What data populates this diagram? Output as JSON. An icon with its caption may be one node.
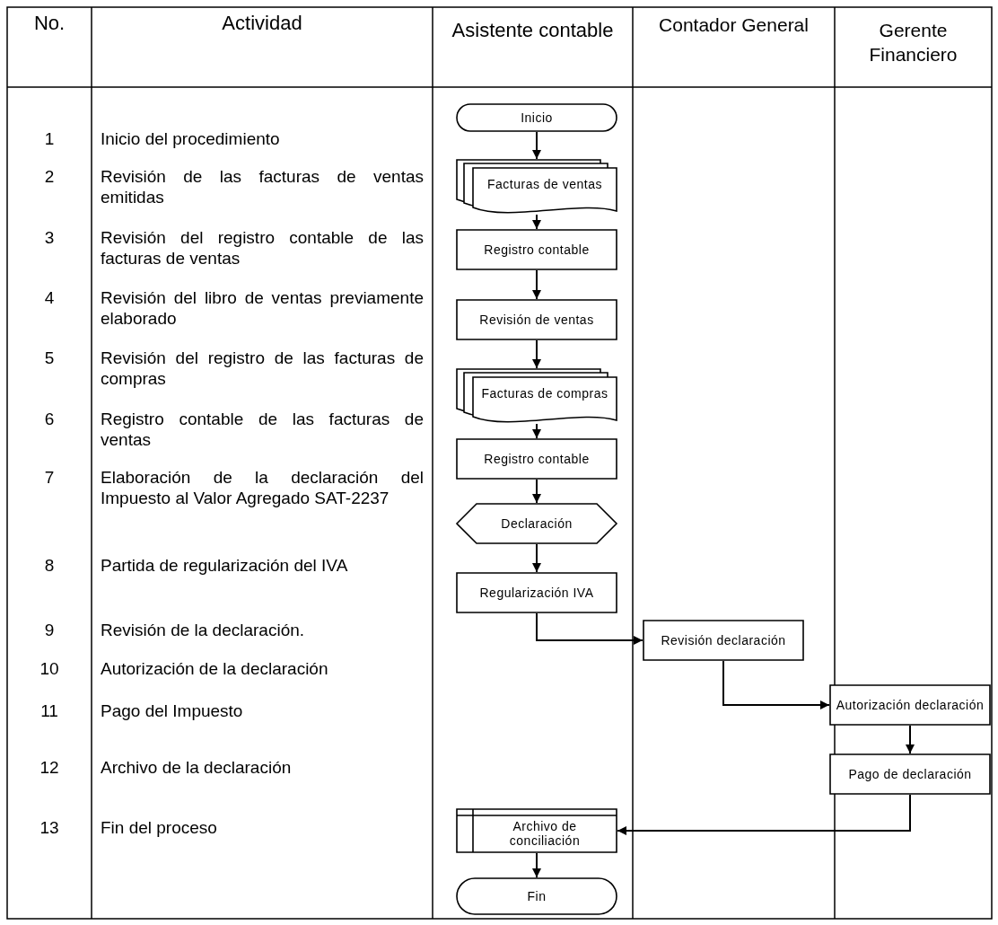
{
  "diagram": {
    "nodes": [
      {
        "text": [
          "Inicio"
        ]
      },
      {
        "text": [
          "Facturas de ventas"
        ]
      },
      {
        "text": [
          "Registro contable"
        ]
      },
      {
        "text": [
          "Revisión de ventas"
        ]
      },
      {
        "text": [
          "Facturas de compras"
        ]
      },
      {
        "text": [
          "Registro contable"
        ]
      },
      {
        "text": [
          "Declaración"
        ]
      },
      {
        "text": [
          "Regularización IVA"
        ]
      },
      {
        "text": [
          "Revisión declaración"
        ]
      },
      {
        "text": [
          "Autorización declaración"
        ]
      },
      {
        "text": [
          "Pago de declaración"
        ]
      },
      {
        "text": [
          "Archivo de conciliación"
        ]
      },
      {
        "text": [
          "Fin"
        ]
      }
    ],
    "edges": [
      {
        "from": 0,
        "to": 1,
        "arrow": "to"
      },
      {
        "from": 1,
        "to": 2,
        "arrow": "to"
      },
      {
        "from": 2,
        "to": 3,
        "arrow": "to"
      },
      {
        "from": 3,
        "to": 4,
        "arrow": "to"
      },
      {
        "from": 4,
        "to": 5,
        "arrow": "to"
      },
      {
        "from": 5,
        "to": 6,
        "arrow": "to"
      },
      {
        "from": 6,
        "to": 7,
        "arrow": "to"
      },
      {
        "from": 7,
        "to": 8,
        "arrow": "to"
      },
      {
        "from": 8,
        "to": 9,
        "arrow": "to"
      },
      {
        "from": 9,
        "to": 10,
        "arrow": "to"
      },
      {
        "from": 10,
        "to": 11,
        "arrow": "to"
      },
      {
        "from": 11,
        "to": 12,
        "arrow": "to"
      }
    ],
    "labels": [
      "No.",
      "Actividad",
      "Asistente contable",
      "Contador General",
      "Gerente Financiero",
      "1",
      "Inicio del procedimiento",
      "2",
      "Revisión de las facturas de ventas emitidas",
      "3",
      "Revisión del registro contable de las facturas de ventas",
      "4",
      "Revisión del libro de ventas previamente elaborado",
      "5",
      "Revisión del registro de las facturas de compras",
      "6",
      "Registro contable de las facturas de ventas",
      "7",
      "Elaboración de la declaración del Impuesto al Valor Agregado SAT-2237",
      "8",
      "Partida de regularización del IVA",
      "9",
      "Revisión de la declaración.",
      "10",
      "Autorización de la declaración",
      "11",
      "Pago del Impuesto",
      "12",
      "Archivo de la declaración",
      "13",
      "Fin del proceso"
    ]
  }
}
